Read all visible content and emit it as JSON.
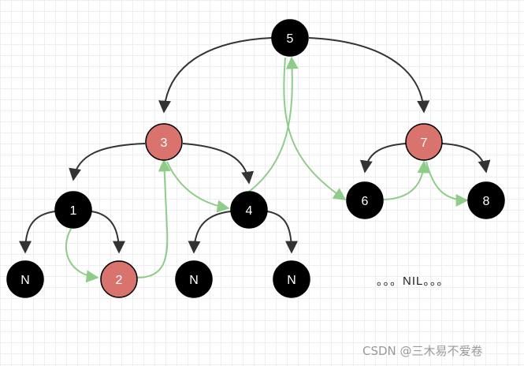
{
  "colors": {
    "black_node": "#000000",
    "red_node": "#d9736e",
    "edge": "#333333",
    "traversal": "#8fcc8a"
  },
  "nodes": [
    {
      "id": "n5",
      "label": "5",
      "color": "black"
    },
    {
      "id": "n3",
      "label": "3",
      "color": "red"
    },
    {
      "id": "n7",
      "label": "7",
      "color": "red"
    },
    {
      "id": "n1",
      "label": "1",
      "color": "black"
    },
    {
      "id": "n4",
      "label": "4",
      "color": "black"
    },
    {
      "id": "n6",
      "label": "6",
      "color": "black"
    },
    {
      "id": "n8",
      "label": "8",
      "color": "black"
    },
    {
      "id": "nil1",
      "label": "N",
      "color": "black"
    },
    {
      "id": "n2",
      "label": "2",
      "color": "red"
    },
    {
      "id": "nil2",
      "label": "N",
      "color": "black"
    },
    {
      "id": "nil3",
      "label": "N",
      "color": "black"
    }
  ],
  "nil_caption": "。。。NIL。。。",
  "watermark": "CSDN @三木易不爱卷"
}
